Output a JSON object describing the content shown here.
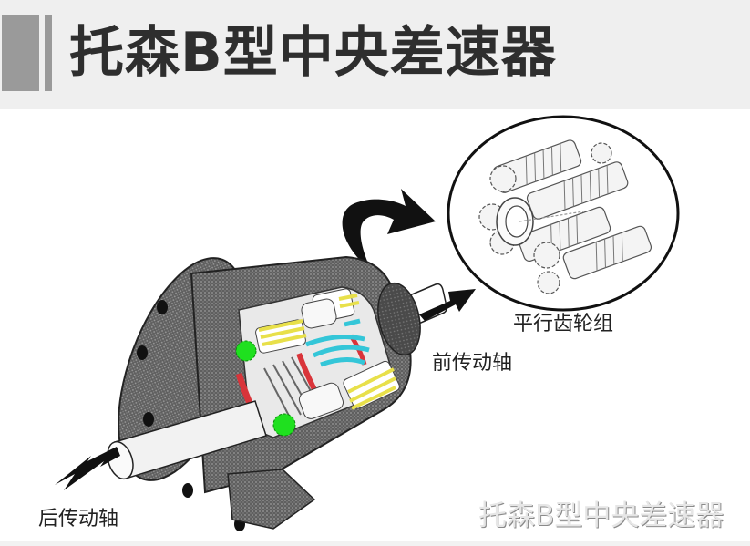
{
  "header": {
    "title": "托森B型中央差速器",
    "background": "#efefef",
    "accent_bar_color": "#9a9a9a",
    "title_color": "#2e2e2e"
  },
  "diagram": {
    "subject": "Torsen Type-B center differential cutaway",
    "labels": {
      "parallel_gear_set": "平行齿轮组",
      "front_driveshaft": "前传动轴",
      "rear_driveshaft": "后传动轴"
    },
    "colors": {
      "housing": "#6e6e6e",
      "shaft": "#f2f2f2",
      "gear_yellow": "#e8e04a",
      "gear_cyan": "#34c6d8",
      "gear_green": "#1fe01f",
      "gear_red": "#d9343a",
      "arrow": "#111111"
    }
  },
  "watermark": {
    "text": "托森B型中央差速器"
  }
}
